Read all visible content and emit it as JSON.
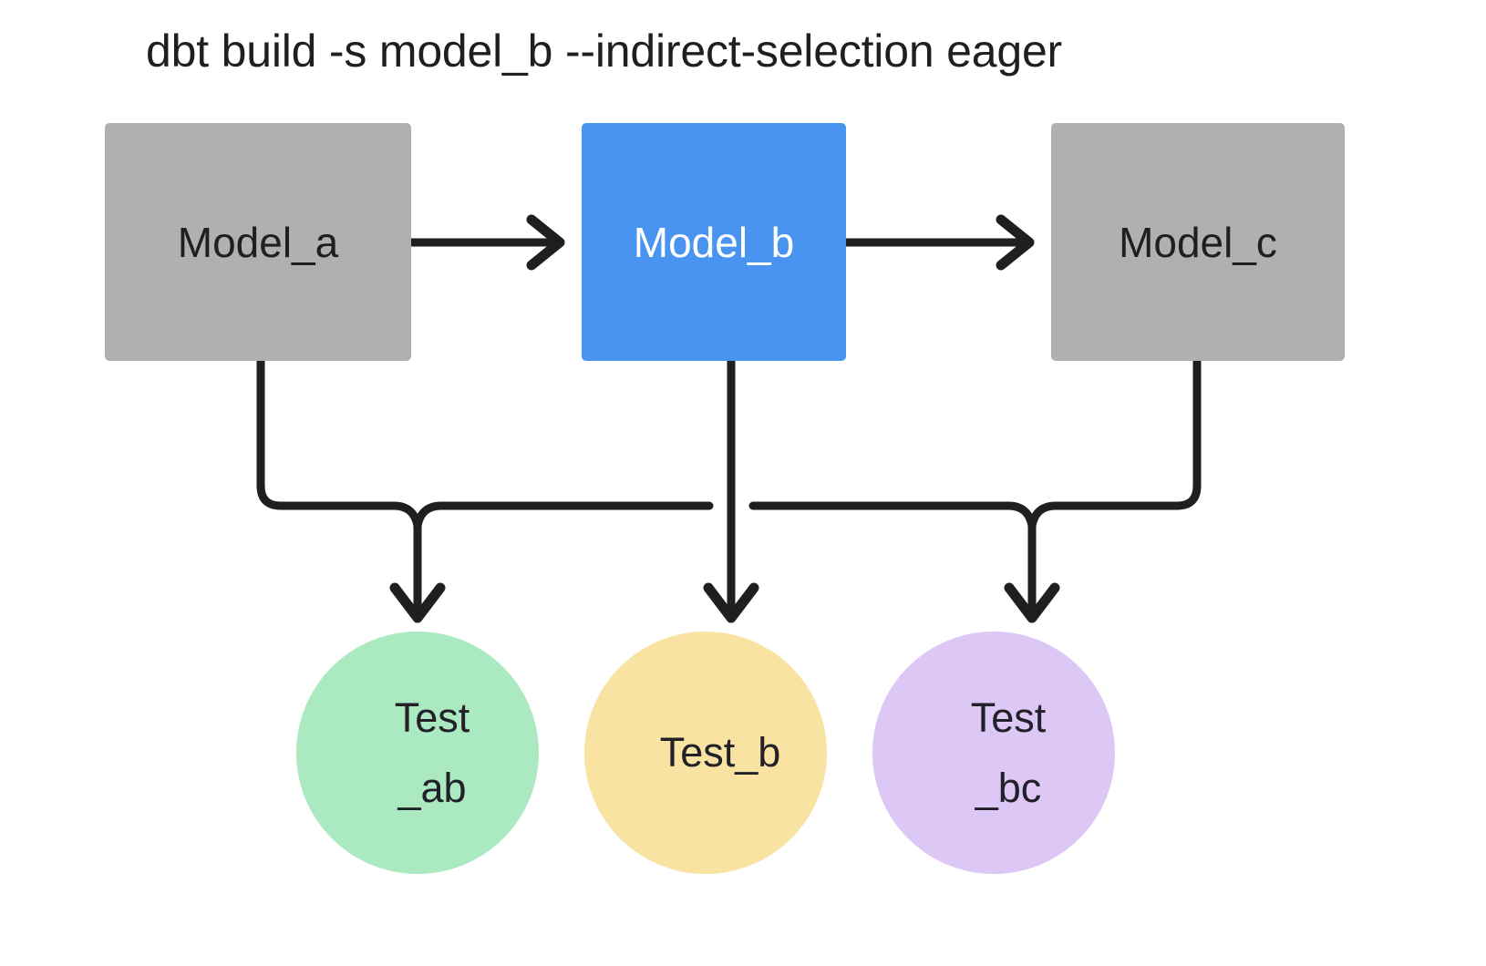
{
  "title": "dbt build -s model_b --indirect-selection eager",
  "colors": {
    "background": "#ffffff",
    "model_default": "#b0b0b0",
    "model_selected": "#4894f0",
    "test_ab": "#abe9c1",
    "test_b": "#f8e3a2",
    "test_bc": "#dcc7f5",
    "edge": "#1f1f1f",
    "text_dark": "#1f1f1f",
    "text_light": "#ffffff"
  },
  "nodes": {
    "models": [
      {
        "id": "model_a",
        "label": "Model_a",
        "shape": "rectangle",
        "selected": false
      },
      {
        "id": "model_b",
        "label": "Model_b",
        "shape": "rectangle",
        "selected": true
      },
      {
        "id": "model_c",
        "label": "Model_c",
        "shape": "rectangle",
        "selected": false
      }
    ],
    "tests": [
      {
        "id": "test_ab",
        "label_line1": "Test",
        "label_line2": "_ab",
        "shape": "circle"
      },
      {
        "id": "test_b",
        "label_line1": "Test_b",
        "label_line2": "",
        "shape": "circle"
      },
      {
        "id": "test_bc",
        "label_line1": "Test",
        "label_line2": "_bc",
        "shape": "circle"
      }
    ]
  },
  "edges": [
    {
      "from": "model_a",
      "to": "model_b",
      "style": "arrow-right"
    },
    {
      "from": "model_b",
      "to": "model_c",
      "style": "arrow-right"
    },
    {
      "from": "model_a",
      "to": "test_ab",
      "style": "elbow-down"
    },
    {
      "from": "model_b",
      "to": "test_ab",
      "style": "elbow-down"
    },
    {
      "from": "model_b",
      "to": "test_b",
      "style": "straight-down"
    },
    {
      "from": "model_b",
      "to": "test_bc",
      "style": "elbow-down"
    },
    {
      "from": "model_c",
      "to": "test_bc",
      "style": "elbow-down"
    }
  ]
}
